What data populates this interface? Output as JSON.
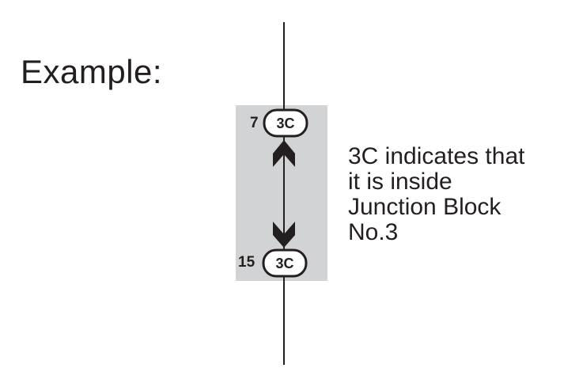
{
  "heading": "Example:",
  "junction_block": {
    "top_connector": {
      "pin": "7",
      "code": "3C"
    },
    "bottom_connector": {
      "pin": "15",
      "code": "3C"
    },
    "fill_color": "#d2d3d5",
    "line_color": "#231f20"
  },
  "note": {
    "lines": [
      "3C indicates that",
      "it is inside",
      "Junction Block",
      "No.3"
    ]
  }
}
